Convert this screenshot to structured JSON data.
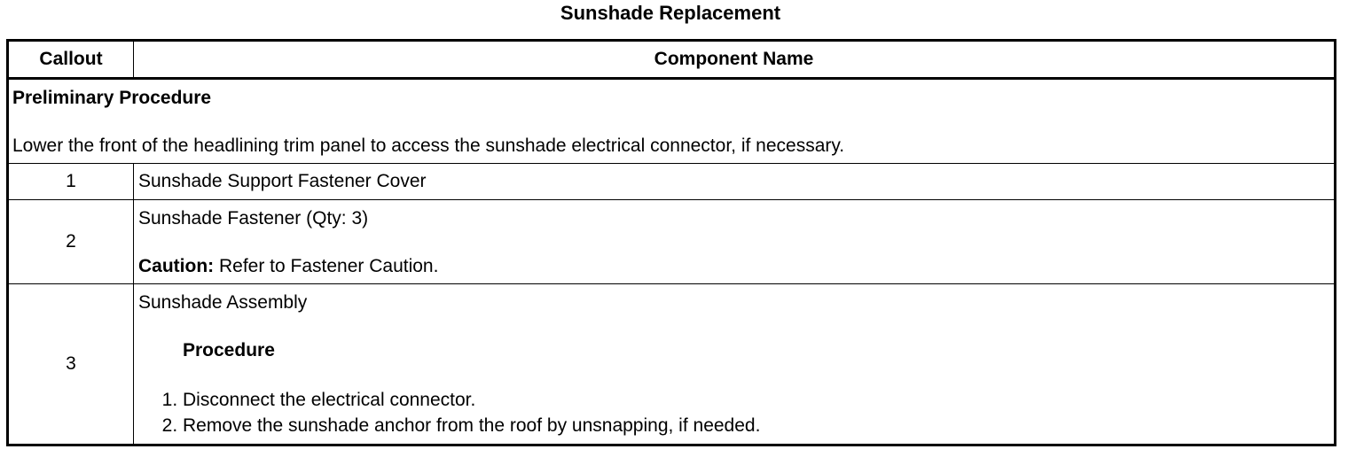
{
  "title": "Sunshade Replacement",
  "table": {
    "headers": {
      "callout": "Callout",
      "component": "Component Name"
    },
    "preliminary": {
      "title": "Preliminary Procedure",
      "text": "Lower the front of the headlining trim panel to access the sunshade electrical connector, if necessary."
    },
    "rows": [
      {
        "callout": "1",
        "component": "Sunshade Support Fastener Cover"
      },
      {
        "callout": "2",
        "component": "Sunshade Fastener (Qty: 3)",
        "caution_label": "Caution:",
        "caution_text": " Refer to Fastener Caution."
      },
      {
        "callout": "3",
        "component": "Sunshade Assembly",
        "procedure_heading": "Procedure",
        "steps": [
          "Disconnect the electrical connector.",
          "Remove the sunshade anchor from the roof by unsnapping, if needed."
        ]
      }
    ]
  }
}
